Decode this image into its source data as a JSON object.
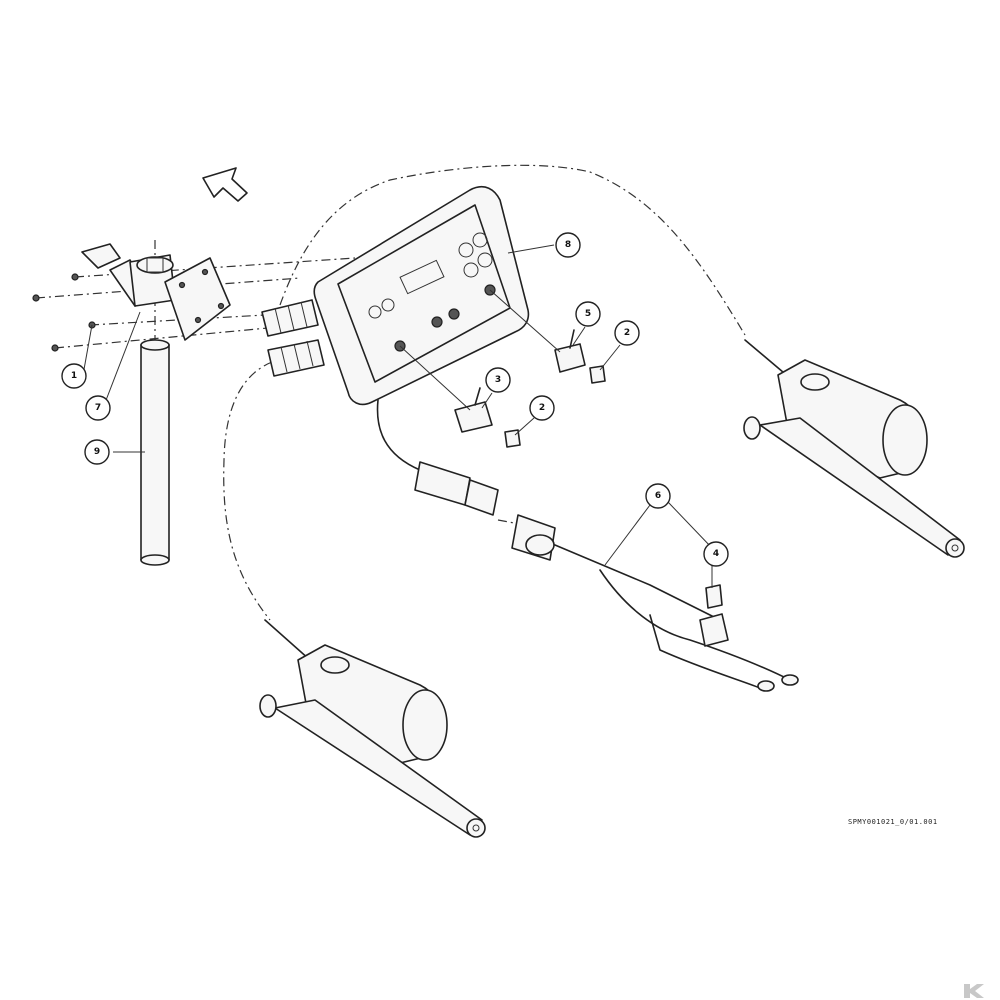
{
  "callouts": [
    {
      "id": "c1",
      "label": "1"
    },
    {
      "id": "c2a",
      "label": "2"
    },
    {
      "id": "c2b",
      "label": "2"
    },
    {
      "id": "c3",
      "label": "3"
    },
    {
      "id": "c4",
      "label": "4"
    },
    {
      "id": "c5",
      "label": "5"
    },
    {
      "id": "c6",
      "label": "6"
    },
    {
      "id": "c7",
      "label": "7"
    },
    {
      "id": "c8",
      "label": "8"
    },
    {
      "id": "c9",
      "label": "9"
    }
  ],
  "drawing_reference": "SPMY001021_0/01.001",
  "icons": {
    "direction": "arrow-icon",
    "brand": "k-logo-icon"
  }
}
